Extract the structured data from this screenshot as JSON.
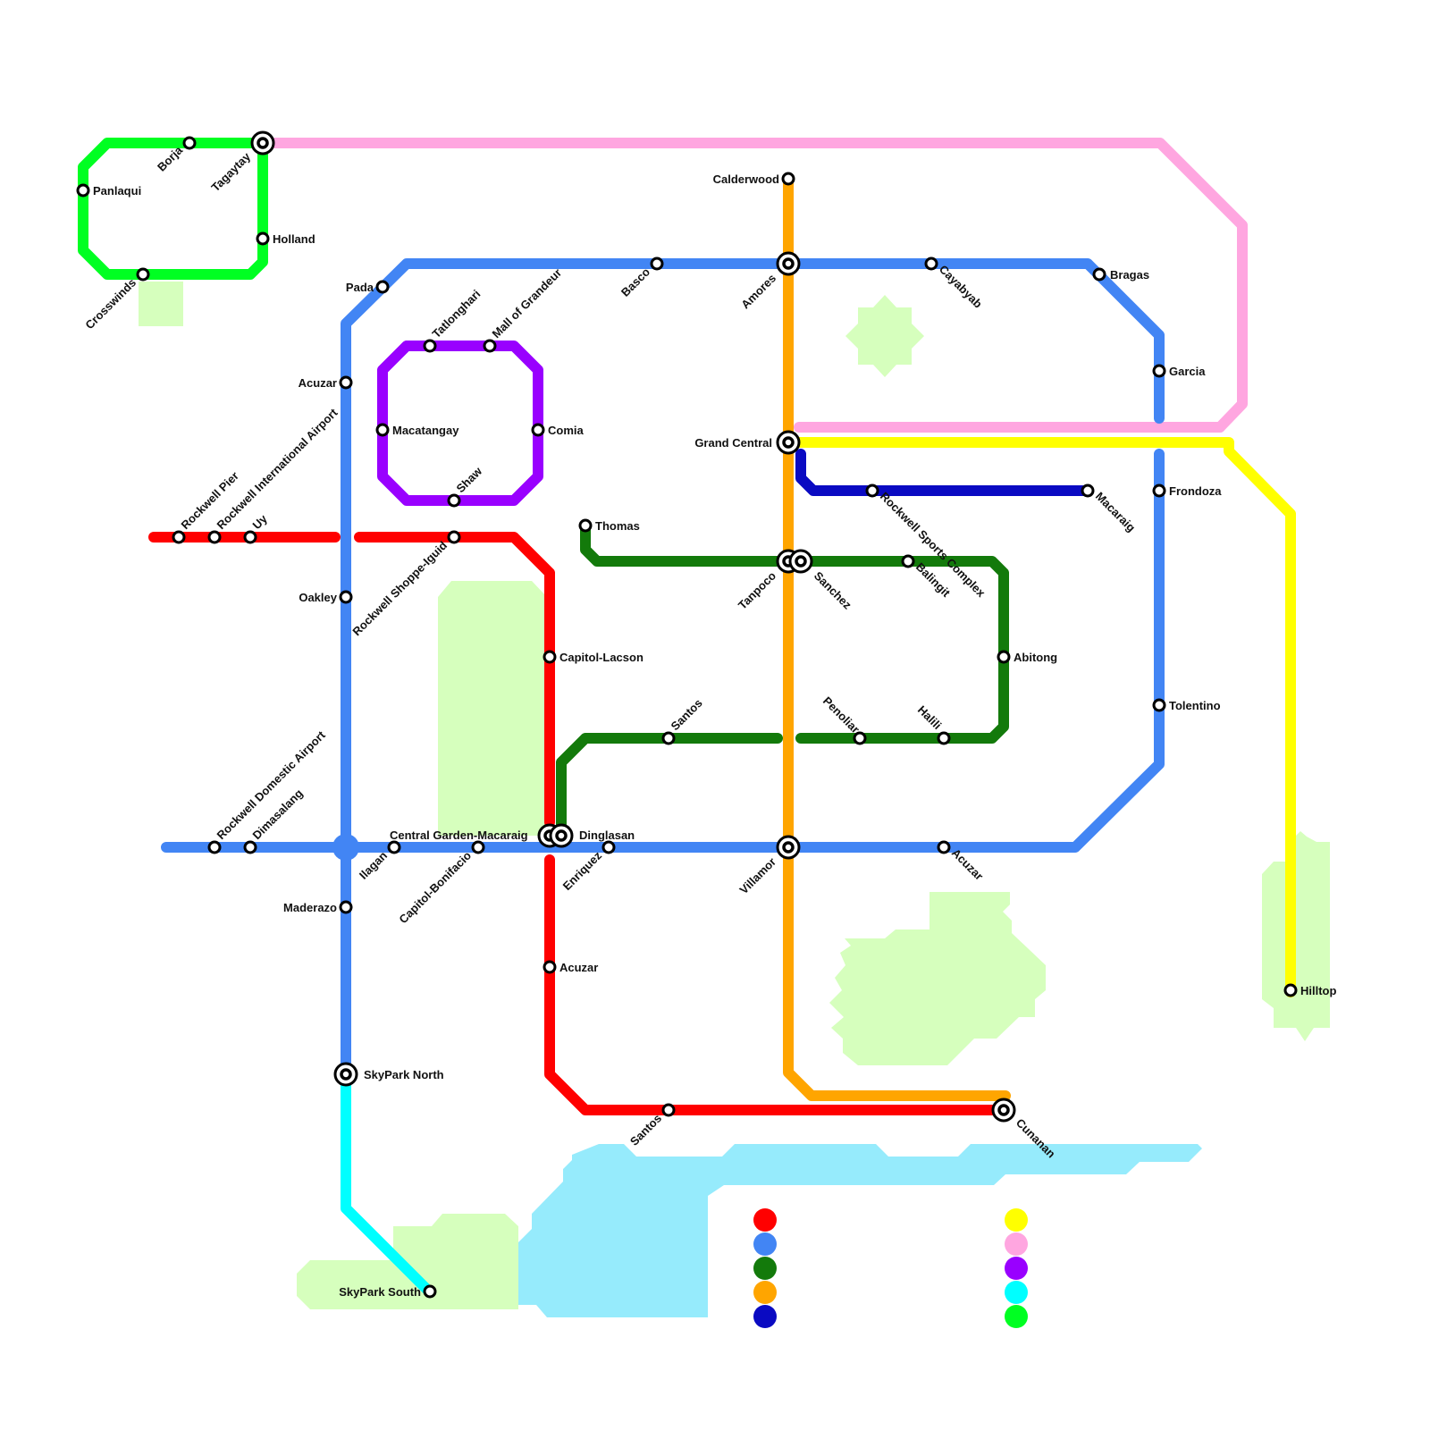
{
  "colors": {
    "red": "#ff0000",
    "blue": "#4285f4",
    "dark_green": "#137a0b",
    "orange": "#ffa500",
    "navy": "#0a0ac2",
    "yellow": "#ffff00",
    "pink": "#ffa6e0",
    "purple": "#9900ff",
    "cyan": "#00ffff",
    "green": "#00ff22",
    "park": "#d6ffbd",
    "water": "#96ebfc"
  },
  "stations": {
    "panlaqui": "Panlaqui",
    "borja": "Borja",
    "tagaytay": "Tagaytay",
    "holland": "Holland",
    "crosswinds": "Crosswinds",
    "pada": "Pada",
    "acuzar_blue_north": "Acuzar",
    "basco": "Basco",
    "calderwood": "Calderwood",
    "amores": "Amores",
    "cayabyab": "Cayabyab",
    "bragas": "Bragas",
    "garcia": "Garcia",
    "tatlonghari": "Tatlonghari",
    "mall_of_grandeur": "Mall of Grandeur",
    "macatangay": "Macatangay",
    "comia": "Comia",
    "shaw": "Shaw",
    "grand_central": "Grand Central",
    "rockwell_sports_complex": "Rockwell Sports Complex",
    "macaraig": "Macaraig",
    "frondoza": "Frondoza",
    "rockwell_pier": "Rockwell Pier",
    "rockwell_intl_airport": "Rockwell International Airport",
    "uy": "Uy",
    "rockwell_shoppe_iguid": "Rockwell Shoppe-Iguid",
    "thomas": "Thomas",
    "oakley": "Oakley",
    "tanpoco": "Tanpoco",
    "sanchez": "Sanchez",
    "balingit": "Balingit",
    "capitol_lacson": "Capitol-Lacson",
    "abitong": "Abitong",
    "tolentino": "Tolentino",
    "santos_green": "Santos",
    "penoliar": "Penoliar",
    "halili": "Halili",
    "rockwell_domestic_airport": "Rockwell Domestic Airport",
    "dimasalang": "Dimasalang",
    "central_garden_macaraig": "Central Garden-Macaraig",
    "dinglasan": "Dinglasan",
    "ilagan": "Ilagan",
    "capitol_bonifacio": "Capitol-Bonifacio",
    "enriquez": "Enriquez",
    "villamor": "Villamor",
    "acuzar_blue_east": "Acuzar",
    "maderazo": "Maderazo",
    "acuzar_red": "Acuzar",
    "hilltop": "Hilltop",
    "skypark_north": "SkyPark North",
    "santos_red": "Santos",
    "cunanan": "Cunanan",
    "skypark_south": "SkyPark South"
  }
}
